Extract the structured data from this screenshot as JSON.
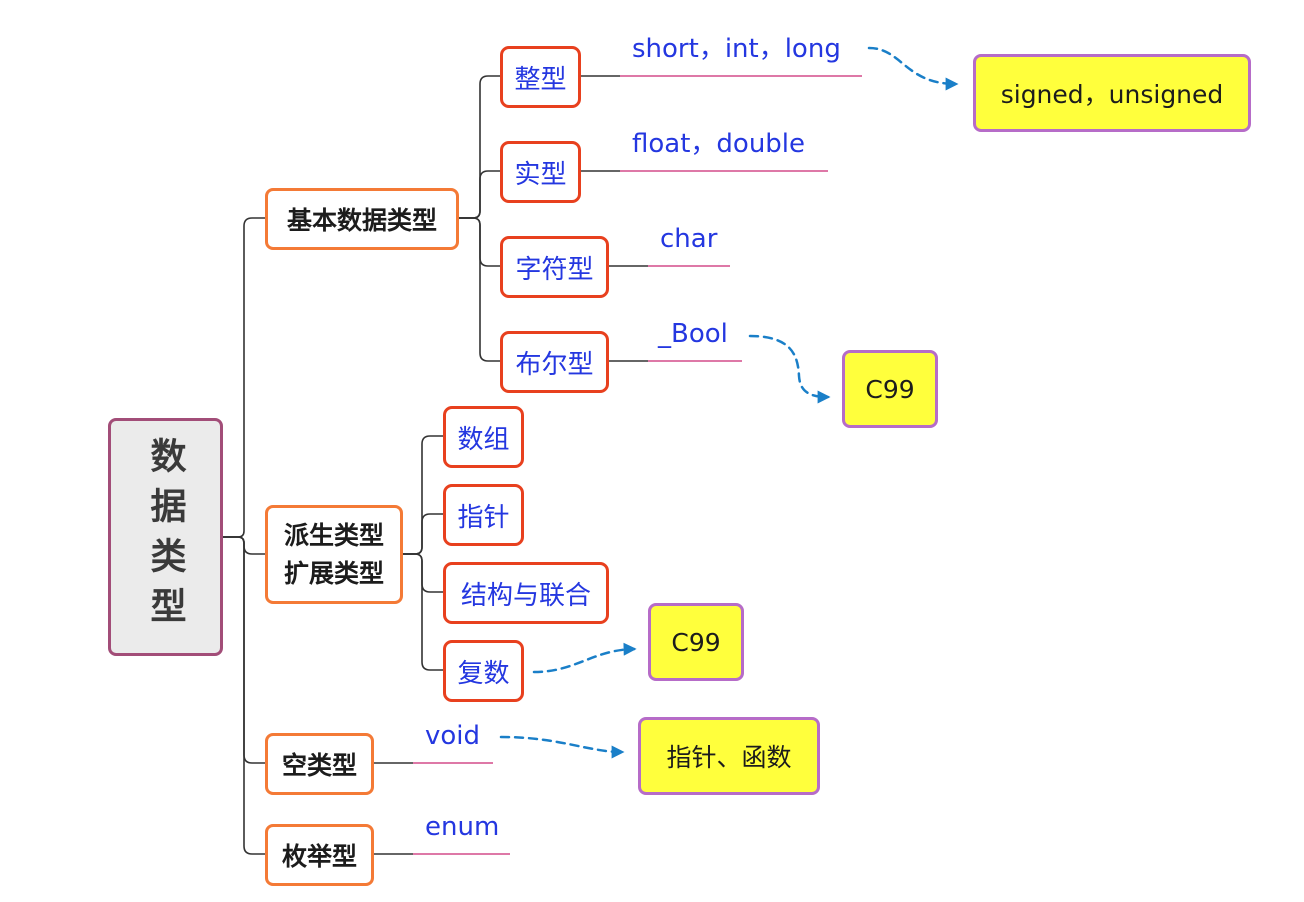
{
  "root": {
    "label": "数据类型"
  },
  "branches": {
    "basic": {
      "label": "基本数据类型",
      "children": [
        {
          "label": "整型",
          "detail": "short，int，long",
          "note": "signed，unsigned"
        },
        {
          "label": "实型",
          "detail": "float，double"
        },
        {
          "label": "字符型",
          "detail": "char"
        },
        {
          "label": "布尔型",
          "detail": "_Bool",
          "note": "C99"
        }
      ]
    },
    "derived": {
      "label_lines": [
        "派生类型",
        "扩展类型"
      ],
      "children": [
        {
          "label": "数组"
        },
        {
          "label": "指针"
        },
        {
          "label": "结构与联合"
        },
        {
          "label": "复数",
          "note": "C99"
        }
      ]
    },
    "void_type": {
      "label": "空类型",
      "detail": "void",
      "note": "指针、函数"
    },
    "enum_type": {
      "label": "枚举型",
      "detail": "enum"
    }
  },
  "colors": {
    "root_border": "#a24d78",
    "root_fill": "#ebebeb",
    "main_topic_border": "#f47a36",
    "subtopic_border": "#e8401e",
    "label_text": "#2437e0",
    "label_underline": "#d44c8a",
    "connector": "#333333",
    "note_fill": "#ffff3c",
    "note_border": "#b66cc8",
    "arrow": "#1a7fc8"
  }
}
